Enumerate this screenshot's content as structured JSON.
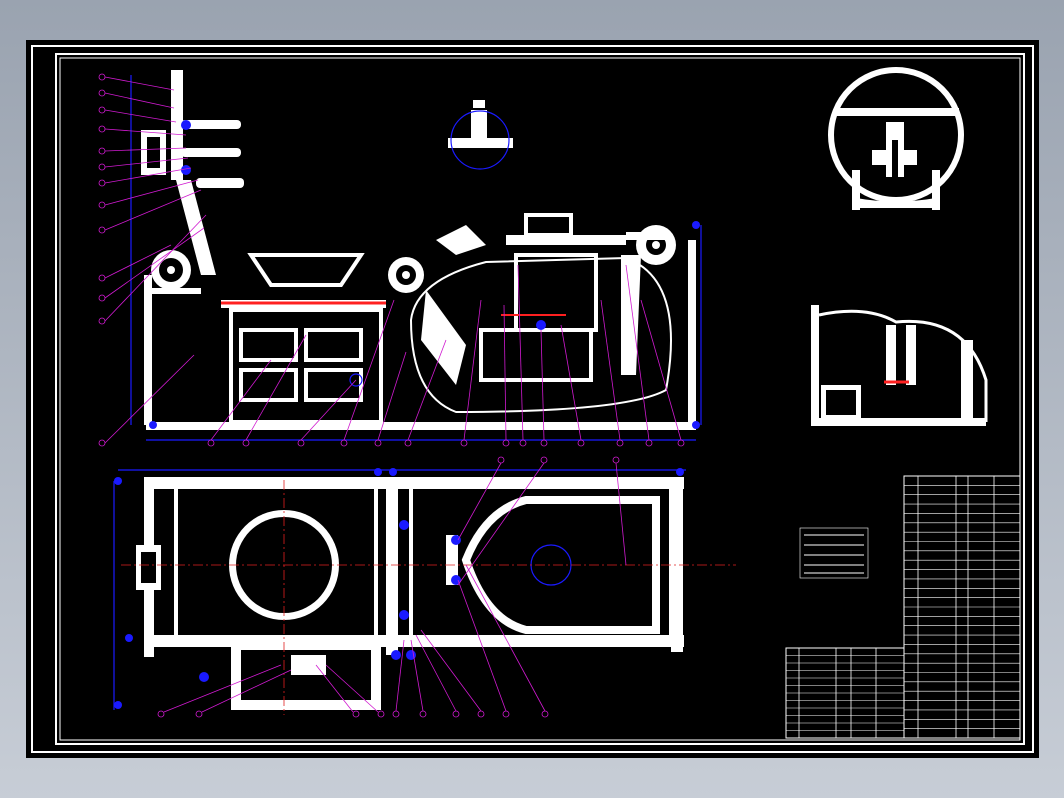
{
  "drawing": {
    "background": "#000000",
    "line_color": "#ffffff",
    "leader_color": "#d01ad0",
    "dimension_color": "#1a1aff",
    "centerline_color": "#e02020"
  },
  "views": {
    "front_view": "front-elevation",
    "top_view": "plan",
    "detail_circle": "section-detail",
    "detail_side": "side-detail",
    "top_detail": "top-small-detail"
  },
  "notes": {
    "technical_requirements": ""
  },
  "title_block": {
    "rows": 28
  }
}
